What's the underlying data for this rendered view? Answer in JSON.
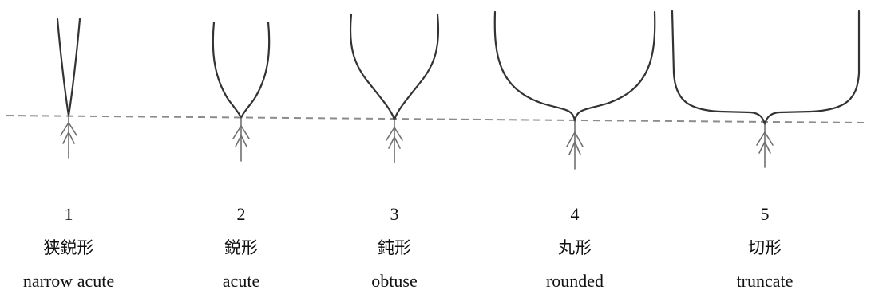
{
  "colors": {
    "outline": "#333333",
    "baseline": "#8c8c8c",
    "arrow": "#6f6f6f",
    "text": "#111111",
    "background": "#ffffff"
  },
  "shapes": [
    {
      "number": "1",
      "japanese": "狭鋭形",
      "english": "narrow acute"
    },
    {
      "number": "2",
      "japanese": "鋭形",
      "english": "acute"
    },
    {
      "number": "3",
      "japanese": "鈍形",
      "english": "obtuse"
    },
    {
      "number": "4",
      "japanese": "丸形",
      "english": "rounded"
    },
    {
      "number": "5",
      "japanese": "切形",
      "english": "truncate"
    }
  ]
}
